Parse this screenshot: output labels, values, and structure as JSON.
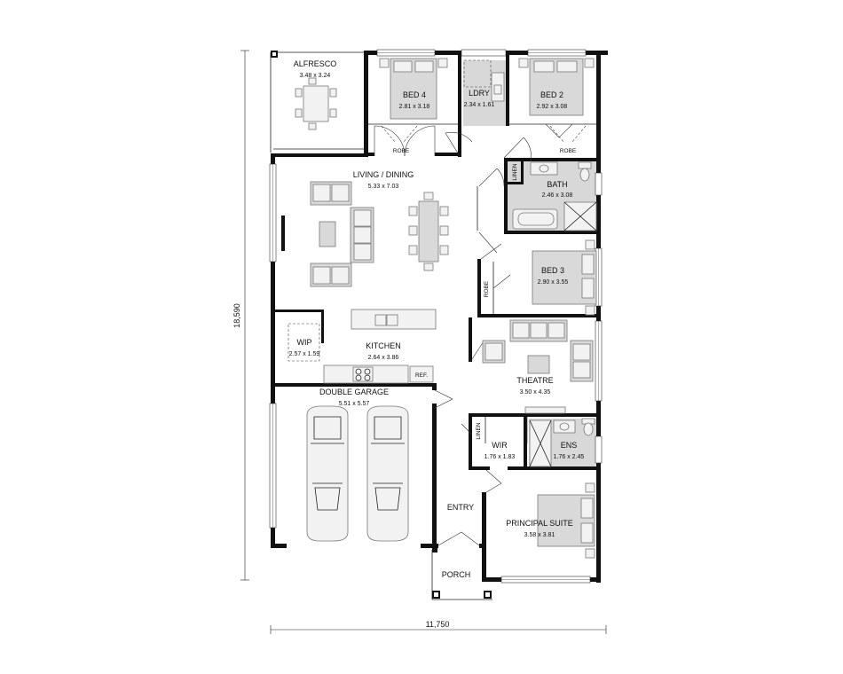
{
  "rooms": {
    "alfresco": {
      "name": "ALFRESCO",
      "dims": "3.48 x 3.24"
    },
    "bed4": {
      "name": "BED 4",
      "dims": "2.81 x 3.18"
    },
    "ldry": {
      "name": "LDRY",
      "dims": "2.34 x 1.61"
    },
    "bed2": {
      "name": "BED 2",
      "dims": "2.92 x 3.08"
    },
    "living": {
      "name": "LIVING / DINING",
      "dims": "5.33 x 7.03"
    },
    "bath": {
      "name": "BATH",
      "dims": "2.46 x 3.08"
    },
    "bed3": {
      "name": "BED 3",
      "dims": "2.90 x 3.55"
    },
    "wip": {
      "name": "WIP",
      "dims": "2.57 x 1.59"
    },
    "kitchen": {
      "name": "KITCHEN",
      "dims": "2.64 x 3.86"
    },
    "theatre": {
      "name": "THEATRE",
      "dims": "3.50 x 4.35"
    },
    "garage": {
      "name": "DOUBLE GARAGE",
      "dims": "5.51 x 5.57"
    },
    "wir": {
      "name": "WIR",
      "dims": "1.76 x 1.83"
    },
    "ens": {
      "name": "ENS",
      "dims": "1.76 x 2.45"
    },
    "entry": {
      "name": "ENTRY"
    },
    "principal": {
      "name": "PRINCIPAL SUITE",
      "dims": "3.58 x 3.81"
    },
    "porch": {
      "name": "PORCH"
    }
  },
  "labels": {
    "robe": "ROBE",
    "linen": "LINEN",
    "ref": "REF."
  },
  "dimensions": {
    "overall_width": "11,750",
    "overall_depth": "18,590"
  }
}
